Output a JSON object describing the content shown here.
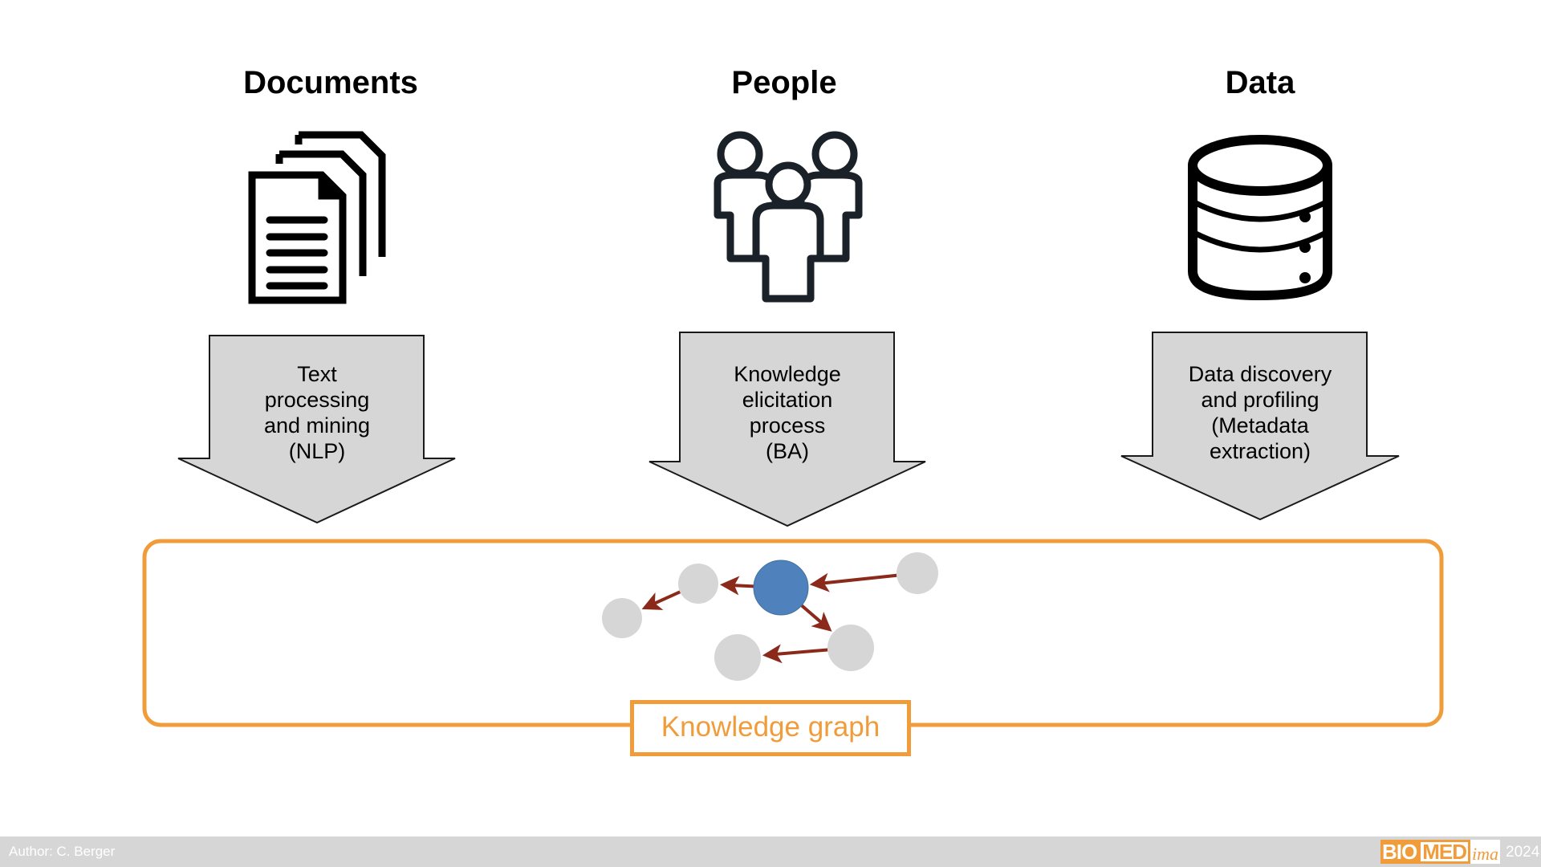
{
  "columns": [
    {
      "heading": "Documents",
      "icon": "documents-icon",
      "process_lines": [
        "Text",
        "processing",
        "and mining",
        "(NLP)"
      ]
    },
    {
      "heading": "People",
      "icon": "people-group-icon",
      "process_lines": [
        "Knowledge",
        "elicitation",
        "process",
        "(BA)"
      ]
    },
    {
      "heading": "Data",
      "icon": "database-icon",
      "process_lines": [
        "Data discovery",
        "and profiling",
        "(Metadata",
        "extraction)"
      ]
    }
  ],
  "knowledge_graph": {
    "label": "Knowledge graph",
    "nodes": [
      {
        "id": "center",
        "kind": "focus"
      },
      {
        "id": "a",
        "kind": "other"
      },
      {
        "id": "b",
        "kind": "other"
      },
      {
        "id": "c",
        "kind": "other"
      },
      {
        "id": "d",
        "kind": "other"
      },
      {
        "id": "e",
        "kind": "other"
      }
    ],
    "edges": [
      {
        "from": "c",
        "to": "center"
      },
      {
        "from": "center",
        "to": "a"
      },
      {
        "from": "a",
        "to": "b"
      },
      {
        "from": "center",
        "to": "d"
      },
      {
        "from": "d",
        "to": "e"
      }
    ]
  },
  "colors": {
    "accent_orange": "#f09c3a",
    "arrow_fill": "#d6d6d6",
    "node_focus": "#4f81bd",
    "node_other": "#d6d6d6",
    "edge": "#8b2a1a",
    "footer_bg": "#d6d6d6"
  },
  "footer": {
    "author": "Author: C. Berger",
    "logo_parts": [
      "BIO",
      "MED",
      "ima"
    ],
    "year": "2024"
  }
}
